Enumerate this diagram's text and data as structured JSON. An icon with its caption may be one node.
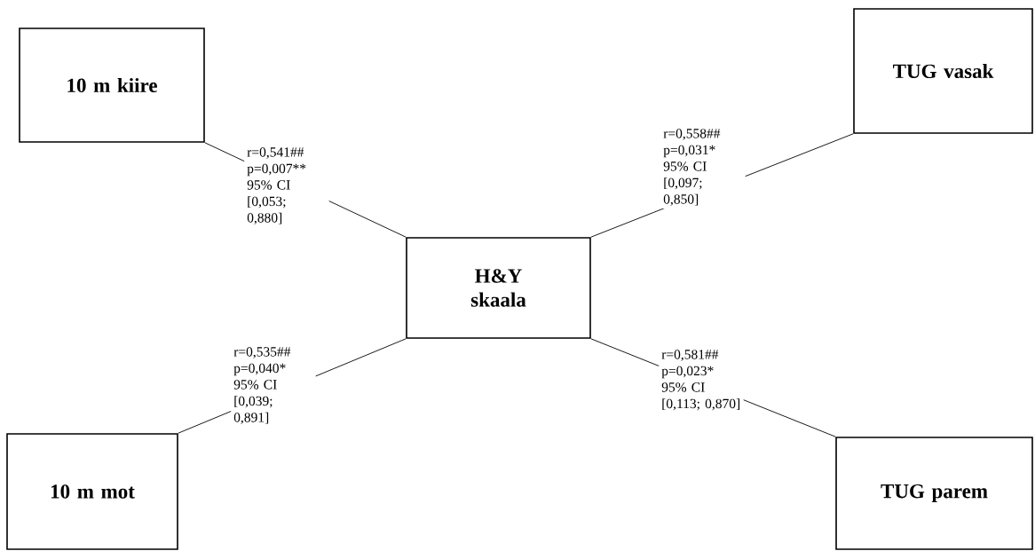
{
  "diagram": {
    "nodes": [
      {
        "text": [
          "10 m kiire"
        ]
      },
      {
        "text": [
          "TUG vasak"
        ]
      },
      {
        "text": [
          "H&Y skaala"
        ]
      },
      {
        "text": [
          "10 m mot"
        ]
      },
      {
        "text": [
          "TUG parem"
        ]
      }
    ],
    "edges": [
      {
        "from": 0,
        "to": 2,
        "arrow": "none",
        "label": "r=0,541## p=0,007** 95% CI [0,053; 0,880]"
      },
      {
        "from": 1,
        "to": 2,
        "arrow": "none",
        "label": "r=0,558## p=0,031* 95% CI [0,097; 0,850]"
      },
      {
        "from": 3,
        "to": 2,
        "arrow": "none",
        "label": "r=0,535## p=0,040* 95% CI [0,039; 0,891]"
      },
      {
        "from": 4,
        "to": 2,
        "arrow": "none",
        "label": "r=0,581## p=0,023* 95% CI [0,113; 0,870]"
      }
    ]
  }
}
